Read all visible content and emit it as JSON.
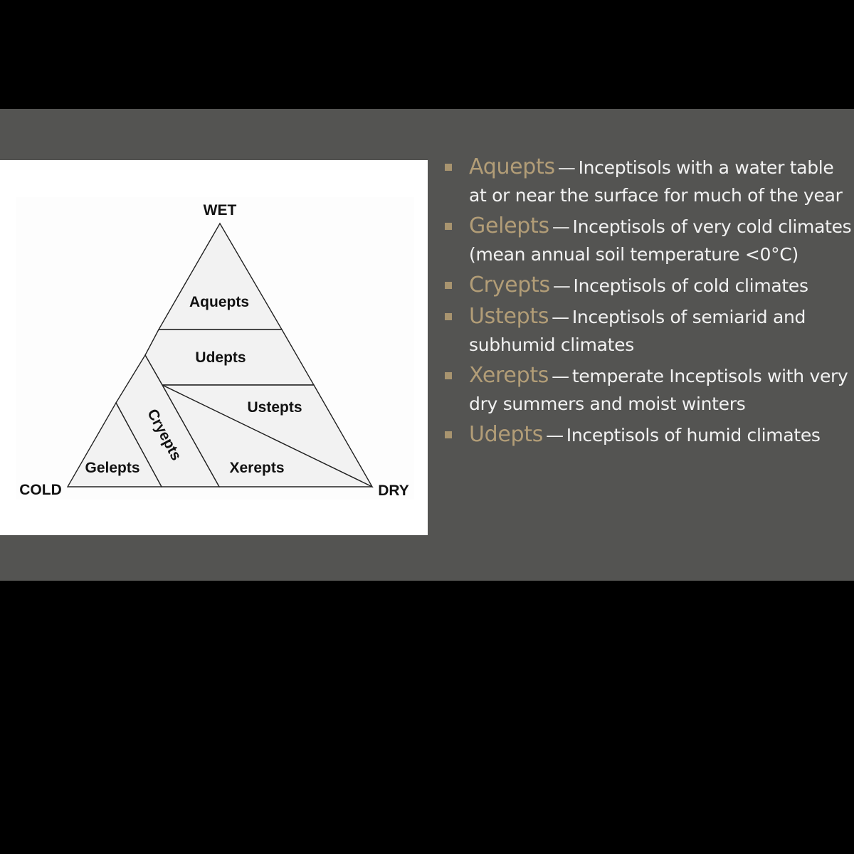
{
  "diagram": {
    "corners": {
      "top": "WET",
      "left": "COLD",
      "right": "DRY"
    },
    "regions": [
      {
        "id": "aquepts",
        "label": "Aquepts"
      },
      {
        "id": "udepts",
        "label": "Udepts"
      },
      {
        "id": "ustepts",
        "label": "Ustepts"
      },
      {
        "id": "cryepts",
        "label": "Cryepts"
      },
      {
        "id": "xerepts",
        "label": "Xerepts"
      },
      {
        "id": "gelepts",
        "label": "Gelepts"
      }
    ]
  },
  "colors": {
    "band": "#545452",
    "term": "#b29d77",
    "marker": "#a8946f",
    "text": "#f2f2f2"
  },
  "bullets": [
    {
      "term": "Aquepts",
      "dash": "—",
      "desc": "Inceptisols with a water table at or near the surface for much of the year"
    },
    {
      "term": "Gelepts",
      "dash": "—",
      "desc": "Inceptisols of very cold climates (mean annual soil temperature <0°C)"
    },
    {
      "term": "Cryepts",
      "dash": "—",
      "desc": "Inceptisols of cold climates"
    },
    {
      "term": "Ustepts",
      "dash": "—",
      "desc": "Inceptisols of semiarid and subhumid climates"
    },
    {
      "term": "Xerepts",
      "dash": "—",
      "desc": "temperate Inceptisols with very dry summers and moist winters"
    },
    {
      "term": "Udepts",
      "dash": "—",
      "desc": "Inceptisols of humid climates"
    }
  ]
}
